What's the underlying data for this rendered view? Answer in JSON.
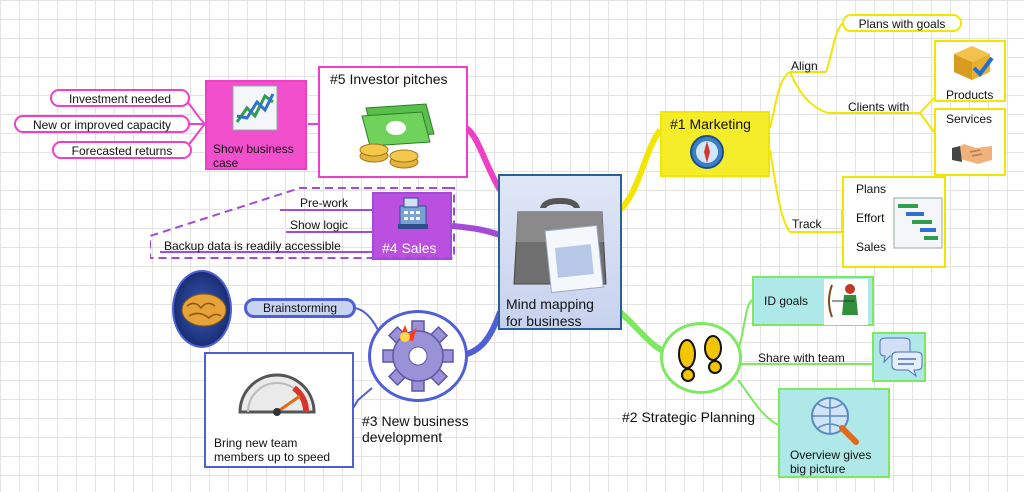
{
  "central": {
    "title_line1": "Mind mapping",
    "title_line2": "for business"
  },
  "marketing": {
    "title": "#1 Marketing",
    "align": "Align",
    "plans_with_goals": "Plans with goals",
    "clients_with": "Clients with",
    "products": "Products",
    "services": "Services",
    "track": "Track",
    "track_items": [
      "Plans",
      "Effort",
      "Sales"
    ]
  },
  "strategic": {
    "title": "#2 Strategic Planning",
    "id_goals": "ID goals",
    "share_with_team": "Share with team",
    "overview_line1": "Overview gives",
    "overview_line2": "big picture"
  },
  "new_business": {
    "title_line1": "#3 New business",
    "title_line2": "development",
    "brainstorming": "Brainstorming",
    "bring_line1": "Bring new team",
    "bring_line2": "members up to speed"
  },
  "sales": {
    "title": "#4 Sales",
    "pre_work": "Pre-work",
    "show_logic": "Show logic",
    "backup": "Backup data is readily accessible"
  },
  "investor": {
    "title": "#5 Investor pitches",
    "show_business_line1": "Show business",
    "show_business_line2": "case",
    "items": [
      "Investment needed",
      "New or improved capacity",
      "Forecasted returns"
    ]
  },
  "colors": {
    "marketing": "#f2e600",
    "strategic": "#7ee861",
    "new_business": "#4f5fd8",
    "sales": "#a44ad8",
    "investor": "#ee3fc6",
    "central": "#2a5f9e"
  }
}
